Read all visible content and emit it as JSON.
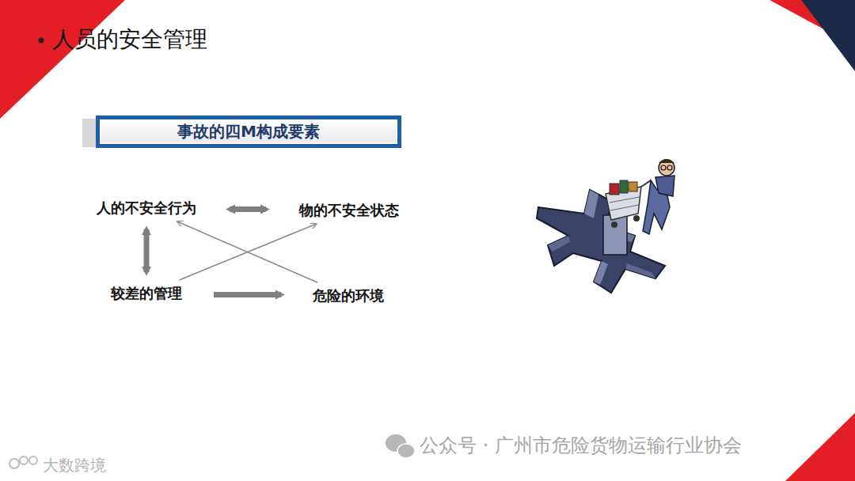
{
  "diagram": {
    "title": "人员的安全管理",
    "nodes": [
      {
        "text": [
          "事故的四M构成要素"
        ]
      },
      {
        "text": [
          "人的不安全行为"
        ]
      },
      {
        "text": [
          "物的不安全状态"
        ]
      },
      {
        "text": [
          "较差的管理"
        ]
      },
      {
        "text": [
          "危险的环境"
        ]
      }
    ],
    "edges": [
      {
        "from": 1,
        "to": 2,
        "arrow": "both"
      },
      {
        "from": 1,
        "to": 3,
        "arrow": "both"
      },
      {
        "from": 3,
        "to": 4,
        "arrow": "to"
      },
      {
        "from": 3,
        "to": 2,
        "arrow": "to"
      },
      {
        "from": 4,
        "to": 1,
        "arrow": "to"
      }
    ],
    "labels": [
      "公众号 · 广州市危险货物运输行业协会",
      "大数跨境"
    ]
  }
}
